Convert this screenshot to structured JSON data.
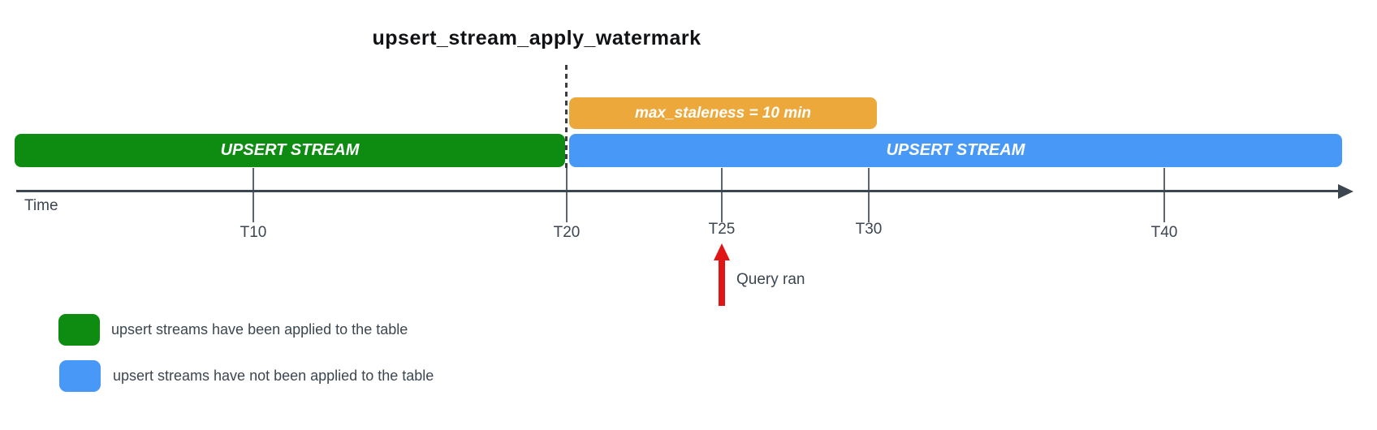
{
  "diagram": {
    "title": "upsert_stream_apply_watermark",
    "axis": {
      "label": "Time",
      "ticks": [
        {
          "label": "T10",
          "time": 10
        },
        {
          "label": "T20",
          "time": 20
        },
        {
          "label": "T25",
          "time": 25
        },
        {
          "label": "T30",
          "time": 30
        },
        {
          "label": "T40",
          "time": 40
        }
      ]
    },
    "bars": {
      "applied": {
        "label": "UPSERT STREAM",
        "color": "#0d8c11",
        "span": "axis start to T20"
      },
      "not_applied": {
        "label": "UPSERT STREAM",
        "color": "#4899f7",
        "span": "T20 to axis end"
      },
      "staleness": {
        "label": "max_staleness = 10 min",
        "color": "#eca83a",
        "span": "T20 to T30"
      }
    },
    "watermark_marker": {
      "at": "T20",
      "style": "dotted-vertical-line"
    },
    "annotation": {
      "label": "Query ran",
      "at": "T25",
      "arrow_color": "#e01616"
    },
    "legend": {
      "items": [
        {
          "color": "#0d8c11",
          "label": "upsert streams have been applied to the table"
        },
        {
          "color": "#4899f7",
          "label": "upsert streams have not been applied to the table"
        }
      ]
    }
  }
}
